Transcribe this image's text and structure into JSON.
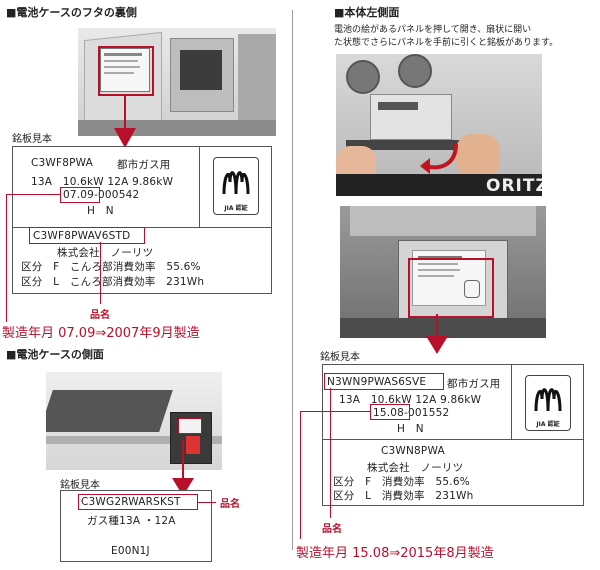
{
  "left": {
    "section1_title": "■電池ケースのフタの裏側",
    "plate_heading": "銘板見本",
    "plate": {
      "model": "C3WF8PWA",
      "gas_type": "都市ガス用",
      "line2": "13A　10.6kW 12A 9.86kW",
      "serial_prefix": "07.09",
      "serial_suffix": "-000542",
      "hn": "H　N",
      "product_name": "C3WF8PWAV6STD",
      "maker": "株式会社　ノーリツ",
      "row_f": "区分　F　こんろ部消費効率　55.6%",
      "row_l": "区分　L　こんろ部消費効率　231Wh"
    },
    "product_name_label": "品名",
    "mfg_note": "製造年月 07.09⇒2007年9月製造",
    "section2_title": "■電池ケースの側面",
    "plate2_heading": "銘板見本",
    "plate2": {
      "product_name": "C3WG2RWARSKST",
      "gas": "ガス種13A ・12A",
      "code": "E00N1J"
    },
    "product_name_label2": "品名"
  },
  "right": {
    "section_title": "■本体左側面",
    "desc_line1": "電池の絵があるパネルを押して開き、扇状に開い",
    "desc_line2": "た状態でさらにパネルを手前に引くと銘板があります。",
    "photo_brand": "ORITZ",
    "plate_heading": "銘板見本",
    "plate": {
      "product_name": "N3WN9PWAS6SVE",
      "gas_type": "都市ガス用",
      "line2": "13A　10.6kW 12A 9.86kW",
      "serial_prefix": "15.08",
      "serial_suffix": "-001552",
      "hn": "H　N",
      "model": "C3WN8PWA",
      "maker": "株式会社　ノーリツ",
      "row_f": "区分　F　消費効率　55.6%",
      "row_l": "区分　L　消費効率　231Wh"
    },
    "product_name_label": "品名",
    "mfg_note": "製造年月 15.08⇒2015年8月製造"
  },
  "jia_label": "JIA 認証",
  "colors": {
    "accent_red": "#b8102b",
    "border": "#555555"
  },
  "icons": [
    "jia-certification-mark",
    "red-pointer-arrow"
  ]
}
